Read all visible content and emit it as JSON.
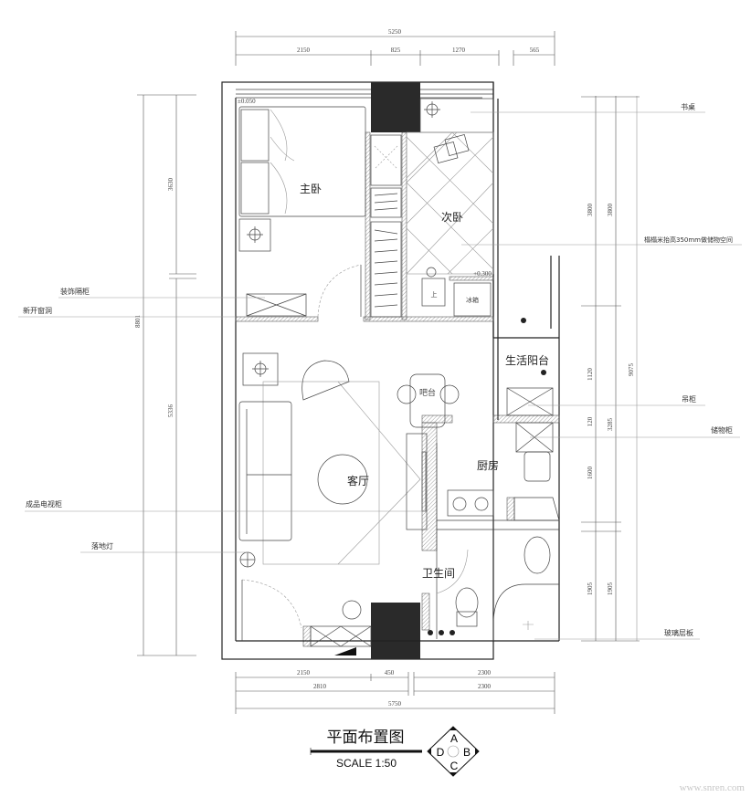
{
  "drawing": {
    "title": "平面布置图",
    "scale": "SCALE 1:50",
    "compass": {
      "a": "A",
      "b": "B",
      "c": "C",
      "d": "D"
    },
    "watermark": "www.snren.com"
  },
  "rooms": {
    "master_bedroom": "主卧",
    "second_bedroom": "次卧",
    "living_room": "客厅",
    "bar": "吧台",
    "kitchen": "厨房",
    "bathroom": "卫生间",
    "balcony": "生活阳台",
    "fridge": "冰箱",
    "step_up": "上"
  },
  "levels": {
    "master": "±0.050",
    "tatami": "+0.300"
  },
  "annotations": {
    "desk": "书桌",
    "tatami": "榻榻米抬高350mm做储物空间",
    "wall_cabinet": "吊柜",
    "storage_cabinet": "储物柜",
    "glass_shelf": "玻璃层板",
    "decor_cabinet": "装饰隔柜",
    "new_window": "新开窗洞",
    "tv_cabinet": "成品电视柜",
    "floor_lamp": "落地灯"
  },
  "dimensions": {
    "top": {
      "total": "5250",
      "seg1": "2150",
      "seg2": "825",
      "seg3": "1270",
      "seg4": "565"
    },
    "bottom": {
      "r1a": "2150",
      "r1b": "450",
      "r1c": "2300",
      "r2a": "2810",
      "r2b": "2300",
      "total": "5750"
    },
    "left": {
      "total": "8801",
      "upper": "3630",
      "lower": "5336"
    },
    "right": {
      "a1": "3800",
      "a2": "1120",
      "a3": "120",
      "a4": "1600",
      "a5": "1905",
      "b1": "3800",
      "b2": "3285",
      "b3": "1905",
      "total": "9075"
    }
  }
}
